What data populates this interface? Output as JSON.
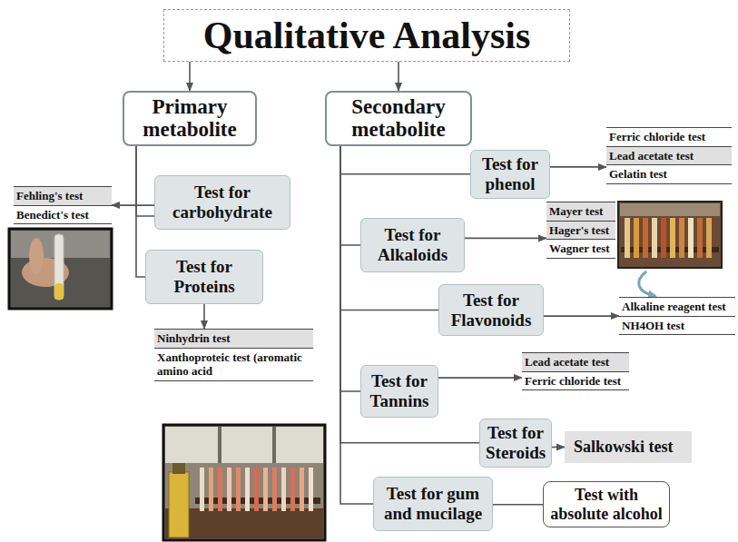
{
  "diagram": {
    "nodes": [
      {
        "text": [
          "Qualitative Analysis"
        ]
      },
      {
        "text": [
          "Primary metabolite"
        ]
      },
      {
        "text": [
          "Secondary metabolite"
        ]
      },
      {
        "text": [
          "Test for phenol"
        ]
      },
      {
        "text": [
          "Ferric chloride test",
          "Lead acetate test",
          "Gelatin test"
        ]
      },
      {
        "text": [
          "Fehling's test",
          "Benedict's test"
        ]
      },
      {
        "text": [
          "Test for carbohydrate"
        ]
      },
      {
        "text": [
          "Test for Alkaloids"
        ]
      },
      {
        "text": [
          "Mayer test",
          "Hager's test",
          "Wagner test"
        ]
      },
      {
        "text": [
          "Test for Proteins"
        ]
      },
      {
        "text": [
          "Test for Flavonoids"
        ]
      },
      {
        "text": [
          "Alkaline reagent test",
          "NH4OH test"
        ]
      },
      {
        "text": [
          "Ninhydrin test",
          "Xanthoproteic test (aromatic amino acid"
        ]
      },
      {
        "text": [
          "Test for Tannins"
        ]
      },
      {
        "text": [
          "Lead acetate test",
          "Ferric chloride test"
        ]
      },
      {
        "text": [
          "Test for Steroids"
        ]
      },
      {
        "text": [
          "Salkowski test"
        ]
      },
      {
        "text": [
          "Test for gum and mucilage"
        ]
      },
      {
        "text": [
          "Test with absolute alcohol"
        ]
      }
    ],
    "edges": [
      {
        "from": 0,
        "to": 1,
        "arrow": "to"
      },
      {
        "from": 0,
        "to": 2,
        "arrow": "to"
      },
      {
        "from": 1,
        "to": 6,
        "arrow": "none"
      },
      {
        "from": 1,
        "to": 9,
        "arrow": "none"
      },
      {
        "from": 6,
        "to": 5,
        "arrow": "to"
      },
      {
        "from": 9,
        "to": 12,
        "arrow": "to"
      },
      {
        "from": 2,
        "to": 3,
        "arrow": "none"
      },
      {
        "from": 2,
        "to": 7,
        "arrow": "none"
      },
      {
        "from": 2,
        "to": 10,
        "arrow": "none"
      },
      {
        "from": 2,
        "to": 13,
        "arrow": "none"
      },
      {
        "from": 2,
        "to": 15,
        "arrow": "none"
      },
      {
        "from": 2,
        "to": 17,
        "arrow": "none"
      },
      {
        "from": 3,
        "to": 4,
        "arrow": "to"
      },
      {
        "from": 7,
        "to": 8,
        "arrow": "to"
      },
      {
        "from": 10,
        "to": 11,
        "arrow": "to"
      },
      {
        "from": 13,
        "to": 14,
        "arrow": "to"
      },
      {
        "from": 15,
        "to": 16,
        "arrow": "to"
      },
      {
        "from": 17,
        "to": 18,
        "arrow": "none"
      }
    ]
  }
}
